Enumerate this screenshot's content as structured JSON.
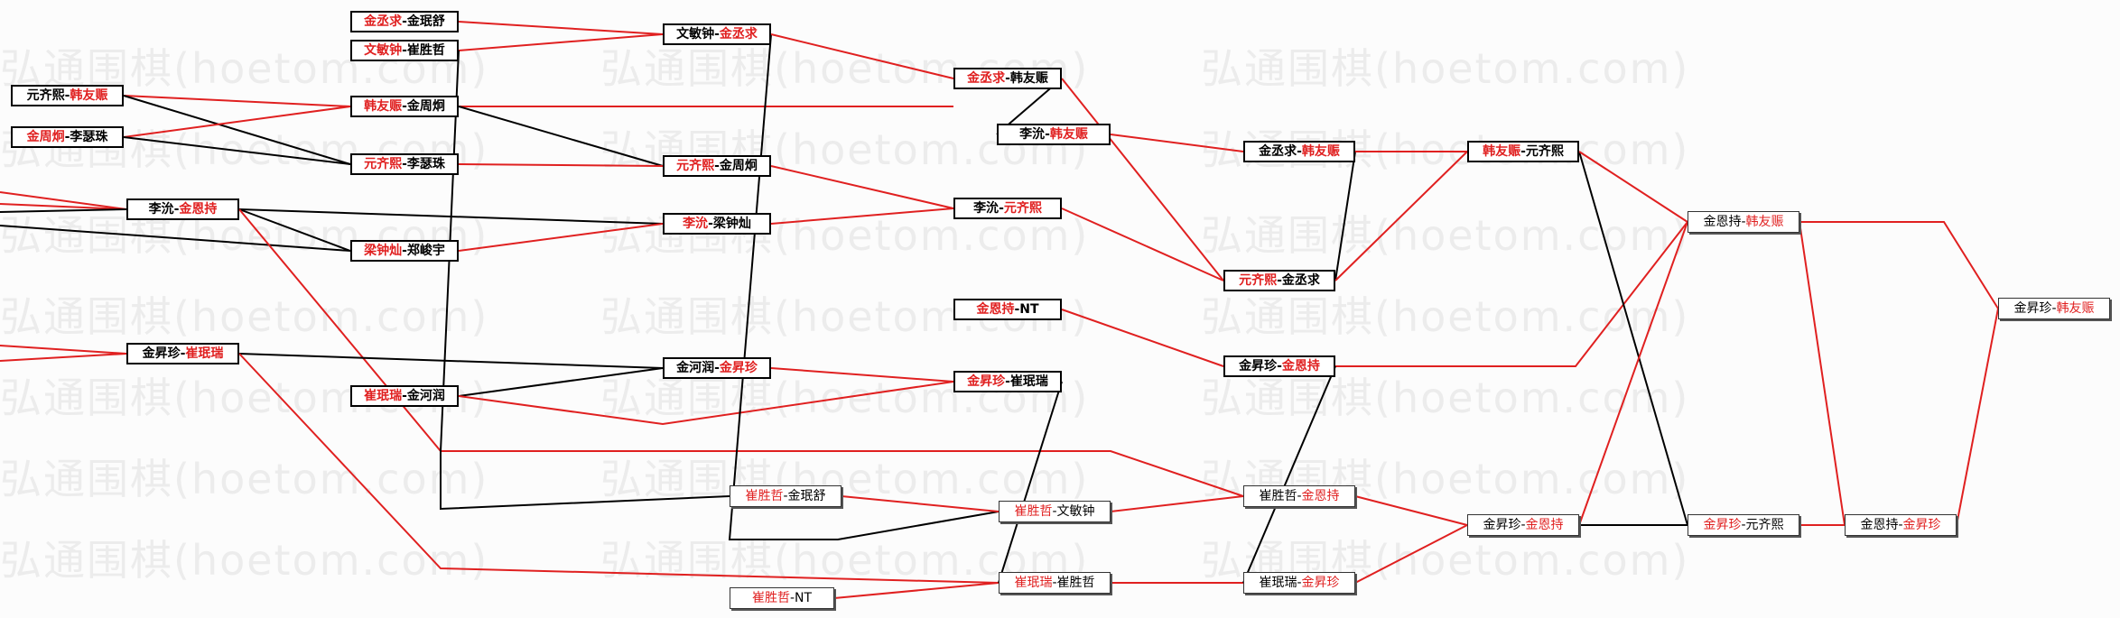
{
  "watermark": "弘通围棋(hoetom.com)",
  "colors": {
    "win": "#e02020",
    "lose": "#000000"
  },
  "nodes": [
    {
      "id": "a1",
      "p1": "元齐熙",
      "p2": "韩友赈",
      "winner": 2,
      "style": "bold"
    },
    {
      "id": "a2",
      "p1": "金周炯",
      "p2": "李瑟珠",
      "winner": 1,
      "style": "bold"
    },
    {
      "id": "a3",
      "p1": "李沇",
      "p2": "金恩持",
      "winner": 2,
      "style": "bold"
    },
    {
      "id": "a4",
      "p1": "金昇珍",
      "p2": "崔珉瑞",
      "winner": 2,
      "style": "bold"
    },
    {
      "id": "b1",
      "p1": "金丞求",
      "p2": "金珉舒",
      "winner": 1,
      "style": "bold"
    },
    {
      "id": "b2",
      "p1": "文敏钟",
      "p2": "崔胜哲",
      "winner": 1,
      "style": "bold"
    },
    {
      "id": "b3",
      "p1": "韩友赈",
      "p2": "金周炯",
      "winner": 1,
      "style": "bold"
    },
    {
      "id": "b4",
      "p1": "元齐熙",
      "p2": "李瑟珠",
      "winner": 1,
      "style": "bold"
    },
    {
      "id": "b5",
      "p1": "梁钟灿",
      "p2": "郑峻宇",
      "winner": 1,
      "style": "bold"
    },
    {
      "id": "b6",
      "p1": "崔珉瑞",
      "p2": "金河润",
      "winner": 1,
      "style": "bold"
    },
    {
      "id": "c1",
      "p1": "文敏钟",
      "p2": "金丞求",
      "winner": 2,
      "style": "bold"
    },
    {
      "id": "c2",
      "p1": "元齐熙",
      "p2": "金周炯",
      "winner": 1,
      "style": "bold"
    },
    {
      "id": "c3",
      "p1": "李沇",
      "p2": "梁钟灿",
      "winner": 1,
      "style": "bold"
    },
    {
      "id": "c4",
      "p1": "金河润",
      "p2": "金昇珍",
      "winner": 2,
      "style": "bold"
    },
    {
      "id": "c5",
      "p1": "崔胜哲",
      "p2": "金珉舒",
      "winner": 1,
      "style": "light"
    },
    {
      "id": "c6",
      "p1": "崔胜哲",
      "p2": "NT",
      "winner": 1,
      "style": "light"
    },
    {
      "id": "d1",
      "p1": "金丞求",
      "p2": "韩友赈",
      "winner": 1,
      "style": "bold"
    },
    {
      "id": "d2",
      "p1": "李沇",
      "p2": "韩友赈",
      "winner": 2,
      "style": "bold"
    },
    {
      "id": "d3",
      "p1": "李沇",
      "p2": "元齐熙",
      "winner": 2,
      "style": "bold"
    },
    {
      "id": "d4",
      "p1": "金恩持",
      "p2": "NT",
      "winner": 1,
      "style": "bold"
    },
    {
      "id": "d5",
      "p1": "金昇珍",
      "p2": "崔珉瑞",
      "winner": 1,
      "style": "bold"
    },
    {
      "id": "d6",
      "p1": "崔胜哲",
      "p2": "文敏钟",
      "winner": 1,
      "style": "light"
    },
    {
      "id": "d7",
      "p1": "崔珉瑞",
      "p2": "崔胜哲",
      "winner": 1,
      "style": "light"
    },
    {
      "id": "e1",
      "p1": "金丞求",
      "p2": "韩友赈",
      "winner": 2,
      "style": "bold"
    },
    {
      "id": "e2",
      "p1": "元齐熙",
      "p2": "金丞求",
      "winner": 1,
      "style": "bold"
    },
    {
      "id": "e3",
      "p1": "金昇珍",
      "p2": "金恩持",
      "winner": 2,
      "style": "bold"
    },
    {
      "id": "e4",
      "p1": "崔胜哲",
      "p2": "金恩持",
      "winner": 2,
      "style": "light"
    },
    {
      "id": "e5",
      "p1": "崔珉瑞",
      "p2": "金昇珍",
      "winner": 2,
      "style": "light"
    },
    {
      "id": "f1",
      "p1": "韩友赈",
      "p2": "元齐熙",
      "winner": 1,
      "style": "bold"
    },
    {
      "id": "f2",
      "p1": "金昇珍",
      "p2": "金恩持",
      "winner": 2,
      "style": "light"
    },
    {
      "id": "g1",
      "p1": "金恩持",
      "p2": "韩友赈",
      "winner": 2,
      "style": "light"
    },
    {
      "id": "g2",
      "p1": "金昇珍",
      "p2": "元齐熙",
      "winner": 1,
      "style": "light"
    },
    {
      "id": "h1",
      "p1": "金恩持",
      "p2": "金昇珍",
      "winner": 2,
      "style": "light"
    },
    {
      "id": "i1",
      "p1": "金昇珍",
      "p2": "韩友赈",
      "winner": 2,
      "style": "light"
    }
  ]
}
